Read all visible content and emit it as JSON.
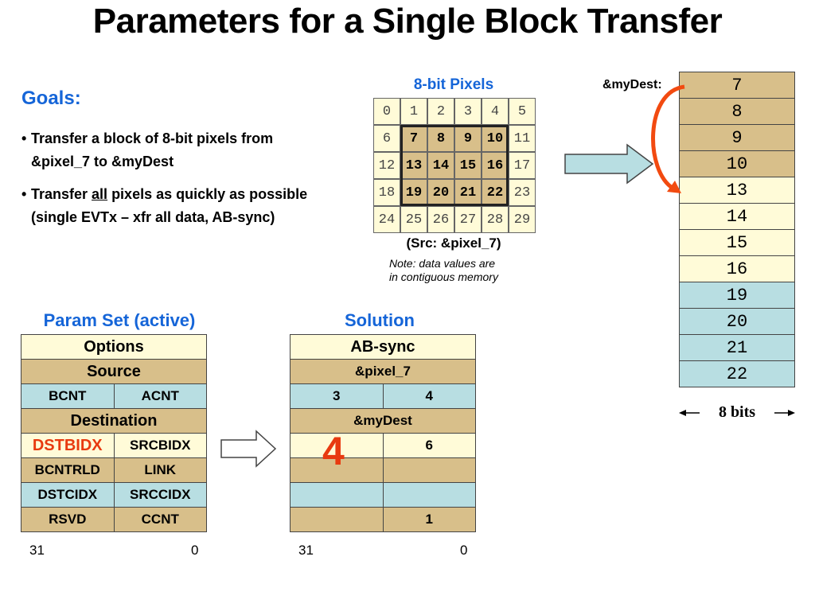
{
  "title": "Parameters for a Single Block Transfer",
  "goals": {
    "heading": "Goals:",
    "bullet1_line1": "Transfer a block of 8-bit pixels from",
    "bullet1_line2": "&pixel_7 to &myDest",
    "bullet2_pre": "Transfer ",
    "bullet2_underlined": "all",
    "bullet2_post": " pixels as quickly as possible",
    "bullet2_line2": "(single EVTx – xfr all data, AB-sync)"
  },
  "pixels": {
    "title": "8-bit Pixels",
    "values": [
      "0",
      "1",
      "2",
      "3",
      "4",
      "5",
      "6",
      "7",
      "8",
      "9",
      "10",
      "11",
      "12",
      "13",
      "14",
      "15",
      "16",
      "17",
      "18",
      "19",
      "20",
      "21",
      "22",
      "23",
      "24",
      "25",
      "26",
      "27",
      "28",
      "29"
    ],
    "src_label": "(Src:  &pixel_7)",
    "note_line1": "Note: data values are",
    "note_line2": "in contiguous memory"
  },
  "dest": {
    "label": "&myDest:",
    "cells": [
      "7",
      "8",
      "9",
      "10",
      "13",
      "14",
      "15",
      "16",
      "19",
      "20",
      "21",
      "22"
    ],
    "bits_label": "8 bits"
  },
  "param_set": {
    "title": "Param Set (active)",
    "options": "Options",
    "source": "Source",
    "bcnt": "BCNT",
    "acnt": "ACNT",
    "destination": "Destination",
    "dstbidx": "DSTBIDX",
    "srcbidx": "SRCBIDX",
    "bcntrld": "BCNTRLD",
    "link": "LINK",
    "dstcidx": "DSTCIDX",
    "srccidx": "SRCCIDX",
    "rsvd": "RSVD",
    "ccnt": "CCNT",
    "bit_hi": "31",
    "bit_lo": "0"
  },
  "solution": {
    "title": "Solution",
    "options": "AB-sync",
    "source": "&pixel_7",
    "bcnt": "3",
    "acnt": "4",
    "destination": "&myDest",
    "dstbidx": "4",
    "srcbidx": "6",
    "ccnt": "1",
    "bit_hi": "31",
    "bit_lo": "0"
  },
  "colors": {
    "title_blue": "#1565d8",
    "accent_red": "#e83a10",
    "tan": "#d8bf8a",
    "yellow": "#fffbd8",
    "blue": "#b8dee2"
  }
}
